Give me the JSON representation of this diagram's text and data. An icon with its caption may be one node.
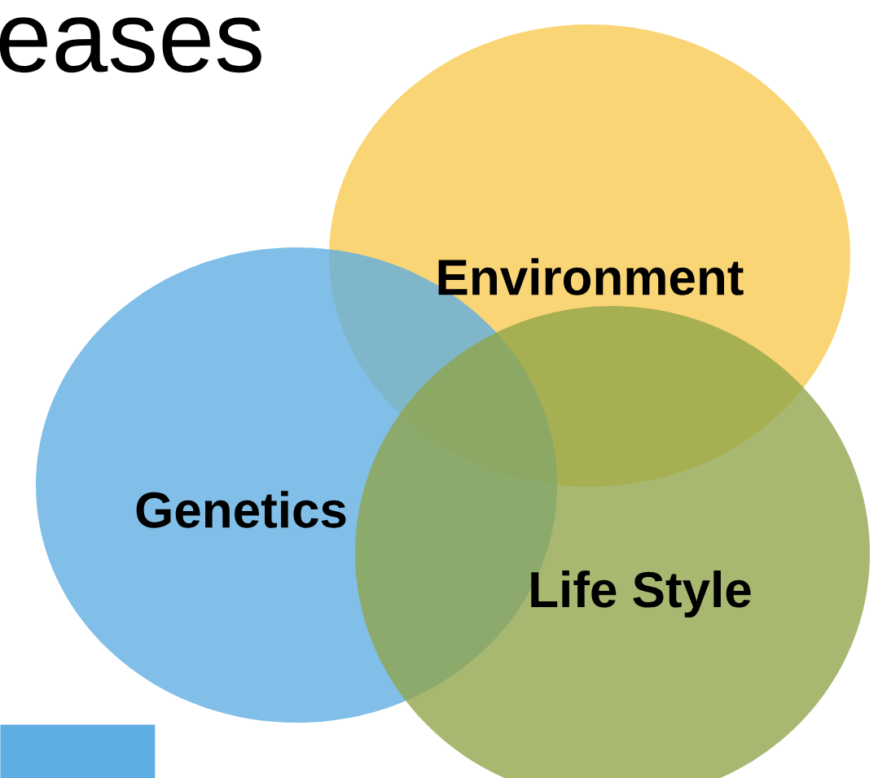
{
  "diagram": {
    "title": "eases",
    "nodes": [
      {
        "text": [
          "Environment"
        ]
      },
      {
        "text": [
          "Genetics"
        ]
      },
      {
        "text": [
          "Life Style"
        ]
      },
      {
        "text": [],
        "shape": "bar"
      }
    ]
  }
}
